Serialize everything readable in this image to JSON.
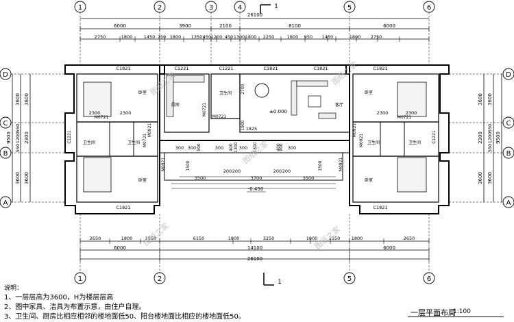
{
  "drawing": {
    "axis_labels_top": [
      "1",
      "2",
      "3",
      "4",
      "5",
      "6"
    ],
    "axis_labels_bottom": [
      "1",
      "2",
      "5",
      "6"
    ],
    "axis_labels_side": [
      "D",
      "C",
      "B",
      "A"
    ],
    "section_mark": "1",
    "dims_top_total": "26100",
    "dims_top_row1": [
      "6000",
      "3900",
      "2100",
      "8100",
      "6000"
    ],
    "dims_top_row2": [
      "2750",
      "1800",
      "1450",
      "750",
      "1800",
      "1350",
      "450",
      "1200",
      "450",
      "1300",
      "1800",
      "2250",
      "1800",
      "950",
      "1450",
      "1800",
      "2750"
    ],
    "dims_bottom_row1": [
      "2650",
      "1800",
      "1550",
      "6150",
      "1800",
      "3250",
      "1800",
      "1550",
      "1800",
      "2650"
    ],
    "dims_bottom_row2": [
      "6000",
      "14100",
      "6000"
    ],
    "dims_bottom_total": "26100",
    "dims_side_left": [
      "3600",
      "3600",
      "2300",
      "550",
      "1200",
      "550",
      "3600",
      "3600",
      "9500"
    ],
    "room_labels": {
      "bedroom": "卧室",
      "kitchen": "厨房",
      "bath": "卫生间",
      "living": "客厅"
    },
    "window_codes": [
      "C1821",
      "C1221",
      "C1821",
      "C1821",
      "C1821",
      "C1821",
      "C1221",
      "C1221"
    ],
    "door_codes": [
      "M0721",
      "M0921",
      "M0721",
      "M0921",
      "M0721",
      "M0921",
      "M0921",
      "M0721",
      "M0921",
      "M0721",
      "M0921",
      "M0921"
    ],
    "elev_labels": [
      "±0.000",
      "-0.450"
    ],
    "interior_dims": [
      "2300",
      "2300",
      "2300",
      "2300",
      "1825",
      "2700",
      "1900",
      "300",
      "300",
      "900",
      "300",
      "400",
      "1300",
      "300",
      "1300",
      "400",
      "900",
      "300",
      "1500",
      "3500",
      "3700",
      "3500",
      "1500",
      "200",
      "200",
      "200",
      "200"
    ],
    "watermark": "图纸之家"
  },
  "notes": {
    "heading": "说明：",
    "lines": [
      "1、一层层高为3600，H为楼层层高",
      "2、图中家具、洁具为布置示意，由住户自理。",
      "3、卫生间、厨房比相应相邻的楼地面低50、阳台楼地面比相应的楼地面低50。"
    ]
  },
  "title_block": {
    "title": "一层平面布局",
    "scale": "1:100"
  }
}
